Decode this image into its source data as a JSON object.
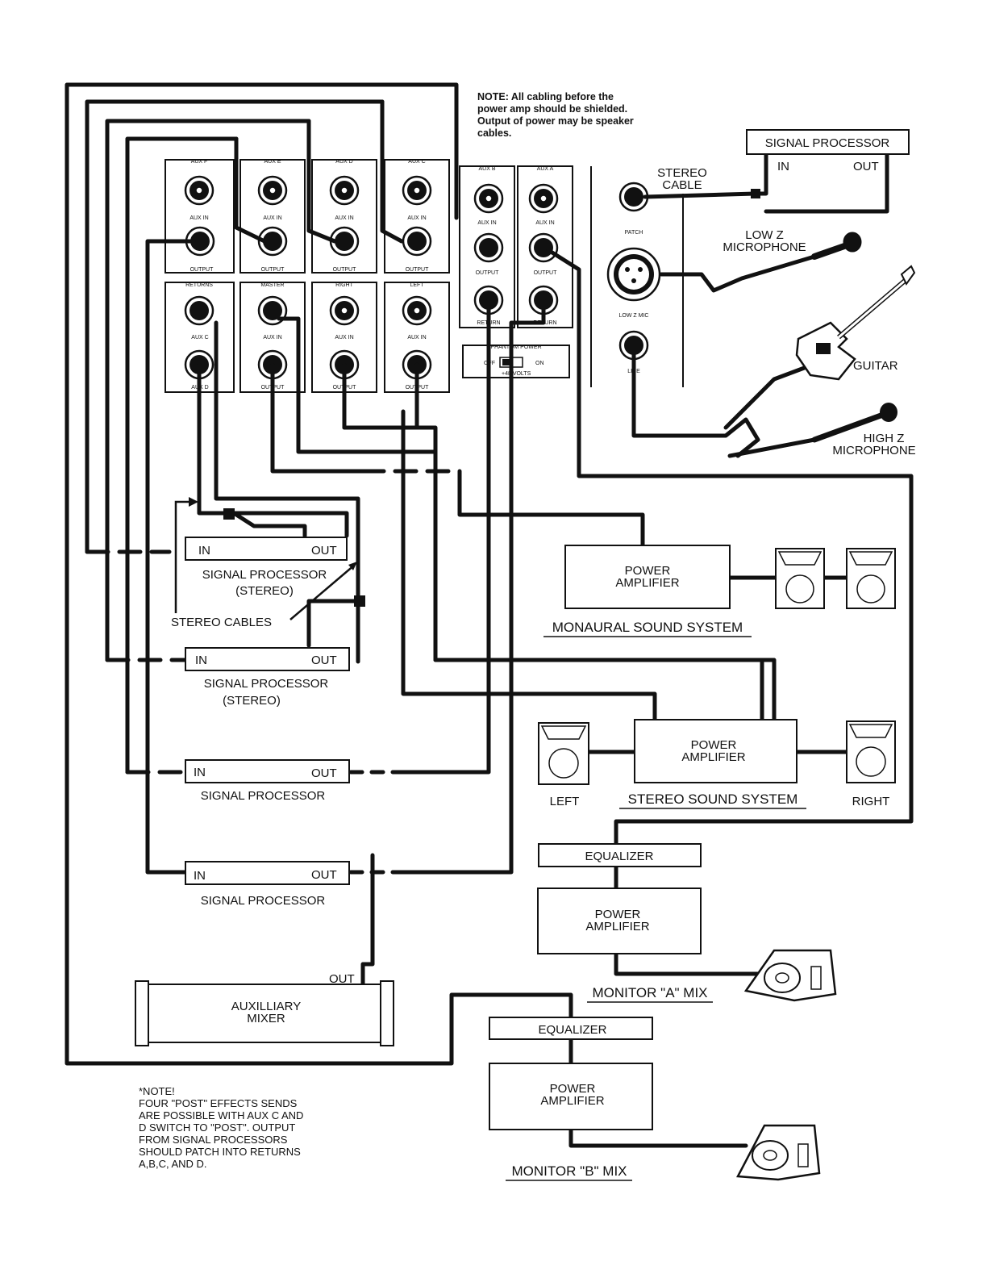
{
  "note_top": [
    "NOTE: All cabling before the",
    "power amp should be shielded.",
    "Output of power may be speaker",
    "cables."
  ],
  "panel": {
    "aux_f": "AUX F",
    "aux_e": "AUX E",
    "aux_d": "AUX D",
    "aux_c": "AUX C",
    "aux_b": "AUX B",
    "aux_a": "AUX A",
    "returns": "RETURNS",
    "master": "MASTER",
    "right": "RIGHT",
    "left": "LEFT",
    "aux_in": "AUX IN",
    "output": "OUTPUT",
    "return": "RETURN",
    "aux_c_small": "AUX C",
    "aux_d_small": "AUX D",
    "patch": "PATCH",
    "low_z_mic": "LOW Z MIC",
    "line": "LINE",
    "phantom_power": "PHANTOM POWER",
    "phantom_off": "OFF",
    "phantom_on": "ON",
    "phantom_volts": "+48 VOLTS"
  },
  "top_right": {
    "signal_processor": "SIGNAL PROCESSOR",
    "in": "IN",
    "out": "OUT",
    "stereo_cable_1": "STEREO",
    "stereo_cable_2": "CABLE",
    "low_z_1": "LOW Z",
    "low_z_2": "MICROPHONE",
    "guitar": "GUITAR",
    "high_z_1": "HIGH Z",
    "high_z_2": "MICROPHONE"
  },
  "processors": {
    "in": "IN",
    "out": "OUT",
    "sp1_1": "SIGNAL PROCESSOR",
    "sp1_2": "(STEREO)",
    "stereo_cables": "STEREO CABLES",
    "sp2_1": "SIGNAL PROCESSOR",
    "sp2_2": "(STEREO)",
    "sp3": "SIGNAL PROCESSOR",
    "sp4": "SIGNAL PROCESSOR"
  },
  "systems": {
    "power": "POWER",
    "amplifier": "AMPLIFIER",
    "monaural": "MONAURAL SOUND SYSTEM",
    "stereo": "STEREO SOUND SYSTEM",
    "left": "LEFT",
    "right": "RIGHT",
    "equalizer": "EQUALIZER",
    "monitor_a": "MONITOR \"A\" MIX",
    "monitor_b": "MONITOR \"B\" MIX"
  },
  "aux_mixer": {
    "out": "OUT",
    "line1": "AUXILLIARY",
    "line2": "MIXER"
  },
  "note_bottom": [
    "*NOTE!",
    "FOUR \"POST\" EFFECTS SENDS",
    "ARE POSSIBLE WITH AUX C AND",
    "D SWITCH TO \"POST\". OUTPUT",
    "FROM  SIGNAL  PROCESSORS",
    "SHOULD PATCH INTO RETURNS",
    "A,B,C, AND D."
  ]
}
